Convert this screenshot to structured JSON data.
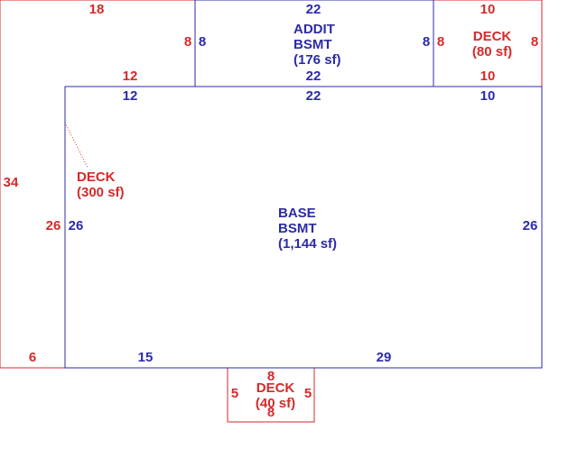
{
  "colors": {
    "deck": "#d42a2a",
    "basement": "#2b2ba8",
    "background": "#ffffff"
  },
  "areas": {
    "addit_bsmt": {
      "line1": "ADDIT",
      "line2": "BSMT",
      "area": "(176 sf)"
    },
    "base_bsmt": {
      "line1": "BASE",
      "line2": "BSMT",
      "area": "(1,144 sf)"
    },
    "deck_left": {
      "line1": "DECK",
      "area": "(300 sf)"
    },
    "deck_right": {
      "line1": "DECK",
      "area": "(80 sf)"
    },
    "deck_bottom": {
      "line1": "DECK",
      "area": "(40 sf)"
    }
  },
  "dimensions": {
    "deck_left_top": "18",
    "deck_left_side": "34",
    "deck_left_bottom": "6",
    "deck_left_inner_top": "12",
    "deck_left_inner_side": "26",
    "deck_left_notch_side": "8",
    "addit_top": "22",
    "addit_bottom": "22",
    "addit_left": "8",
    "addit_right": "8",
    "deck_right_top": "10",
    "deck_right_bottom": "10",
    "deck_right_left": "8",
    "deck_right_right": "8",
    "base_top_left": "12",
    "base_top_mid": "22",
    "base_top_right": "10",
    "base_left": "26",
    "base_right": "26",
    "base_bottom_left": "15",
    "base_bottom_right": "29",
    "deck_bottom_top": "8",
    "deck_bottom_bottom": "8",
    "deck_bottom_left": "5",
    "deck_bottom_right": "5"
  }
}
